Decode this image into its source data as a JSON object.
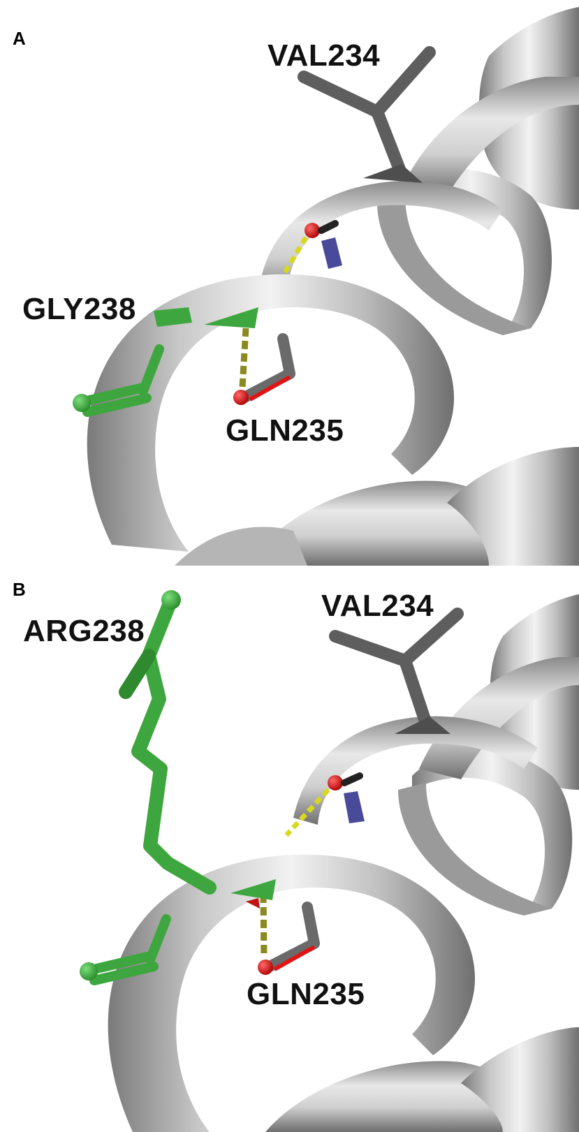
{
  "panels": {
    "a": {
      "letter": "A",
      "labels": {
        "top": "VAL234",
        "side": "GLY238",
        "bottom": "GLN235"
      }
    },
    "b": {
      "letter": "B",
      "labels": {
        "top": "VAL234",
        "side": "ARG238",
        "bottom": "GLN235"
      }
    }
  },
  "colors": {
    "ribbon": "#bdbdbd",
    "ribbon_dark": "#8a8a8a",
    "residue_gray": "#5e5e5e",
    "residue_green": "#3ea63e",
    "oxygen": "#e01414",
    "nitrogen": "#4a4a9a",
    "hbond": "#d8d820"
  }
}
